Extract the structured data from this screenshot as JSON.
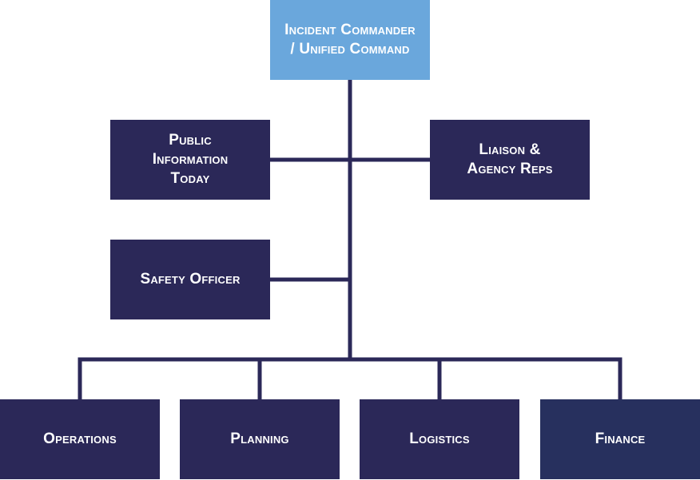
{
  "command": {
    "label": "Incident Commander\n/ Unified Command"
  },
  "command_staff": {
    "public_information": "Public\nInformation\nToday",
    "liaison": "Liaison &\nAgency Reps",
    "safety": "Safety Officer"
  },
  "general_staff": {
    "operations": "Operations",
    "planning": "Planning",
    "logistics": "Logistics",
    "finance": "Finance"
  },
  "colors": {
    "command_fill": "#6aa7dc",
    "staff_fill": "#2b2858",
    "finance_fill": "#27305e",
    "connector": "#2b2858",
    "text": "#ffffff"
  }
}
